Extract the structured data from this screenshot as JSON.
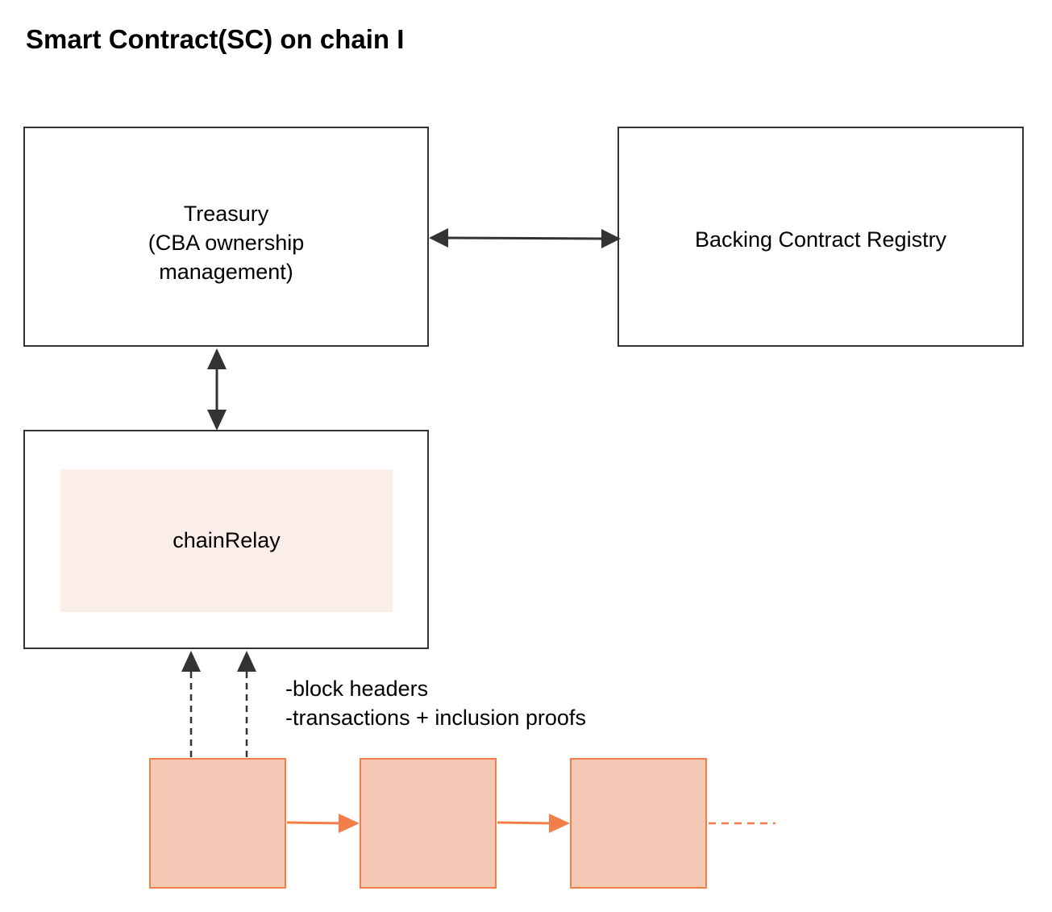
{
  "title": "Smart Contract(SC) on chain I",
  "treasury": {
    "line1": "Treasury",
    "line2": "(CBA ownership",
    "line3": "management)"
  },
  "registry": {
    "label": "Backing Contract Registry"
  },
  "chain_relay": {
    "label": "chainRelay"
  },
  "relay_inputs": {
    "line1": "-block headers",
    "line2": "-transactions + inclusion proofs"
  },
  "colors": {
    "box_border": "#333333",
    "arrow": "#333333",
    "relay_fill": "#fbede8",
    "block_fill": "#f5c8b6",
    "block_border": "#f27f49",
    "chain_arrow": "#f27f49"
  },
  "blocks": [
    {
      "label": ""
    },
    {
      "label": ""
    },
    {
      "label": ""
    }
  ]
}
